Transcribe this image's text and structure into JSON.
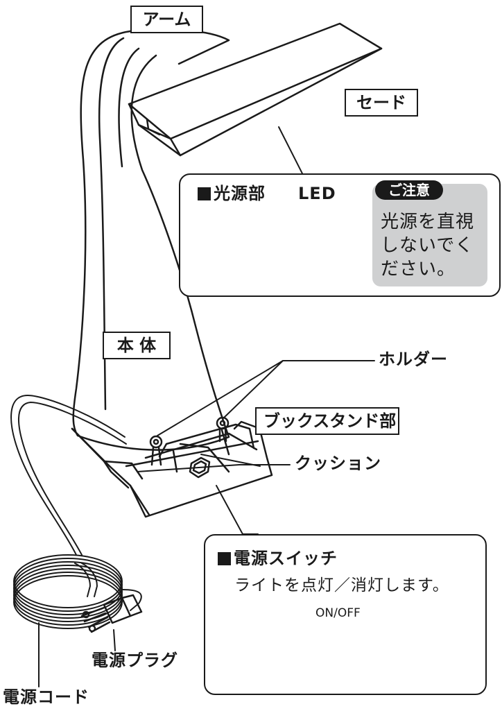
{
  "labels": {
    "arm": "アーム",
    "shade": "セード",
    "body": "本 体",
    "holder": "ホルダー",
    "book_stand": "ブックスタンド部",
    "cushion": "クッション",
    "power_cord": "電源コード",
    "power_plug": "電源プラグ"
  },
  "light_source_panel": {
    "title": "光源部",
    "led_label": "LED",
    "caution_tag": "ご注意",
    "caution_text": "光源を直視しないでください。"
  },
  "switch_panel": {
    "title": "電源スイッチ",
    "description": "ライトを点灯／消灯します。",
    "switch_label": "ON/OFF"
  }
}
